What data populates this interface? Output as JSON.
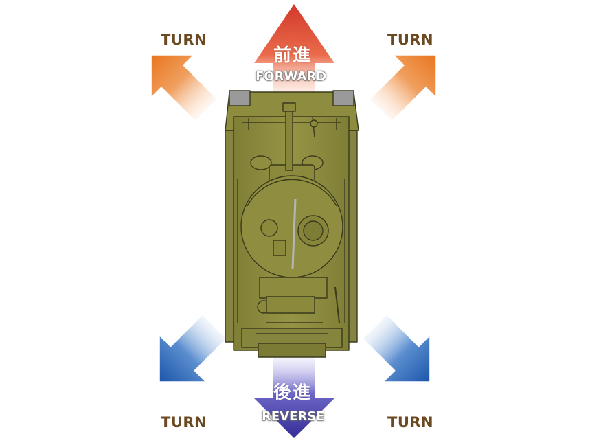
{
  "labels": {
    "turn_top_left": "TURN",
    "turn_top_right": "TURN",
    "turn_bottom_left": "TURN",
    "turn_bottom_right": "TURN",
    "forward_jp": "前進",
    "forward_en": "FORWARD",
    "reverse_jp": "後進",
    "reverse_en": "REVERSE"
  },
  "colors": {
    "forward_arrow": "#d9432a",
    "turn_forward_arrow": "#ea7a22",
    "reverse_arrow": "#3c3aa0",
    "turn_reverse_arrow": "#1f5fb0",
    "tank_body": "#8b8a3c",
    "tank_outline": "#3a3a1c",
    "turn_text": "#6b4a22"
  },
  "icons": {
    "vehicle": "tank-top-view-icon"
  }
}
